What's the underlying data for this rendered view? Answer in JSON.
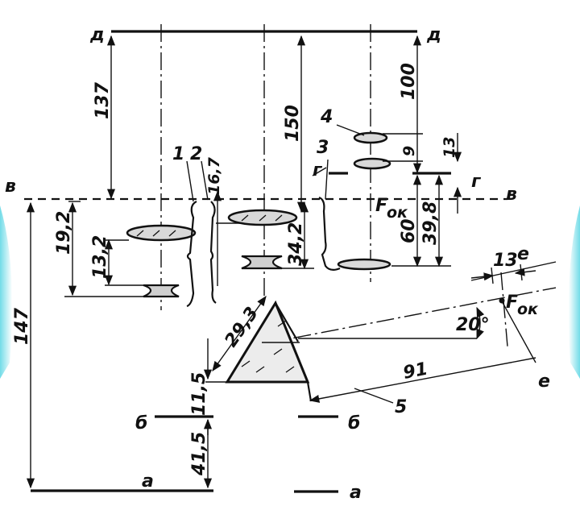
{
  "planes": {
    "a": "а",
    "b": "б",
    "v": "в",
    "g": "г",
    "d": "д",
    "e": "е"
  },
  "dimensions": {
    "d137": "137",
    "d150": "150",
    "d100": "100",
    "d9": "9",
    "d13_right": "13",
    "d16_7": "16,7",
    "d19_2": "19,2",
    "d13_2": "13,2",
    "d34_2": "34,2",
    "d39_8": "39,8",
    "d60": "60",
    "d147": "147",
    "d29_3": "29,3",
    "d11_5": "11,5",
    "d41_5": "41,5",
    "d91": "91",
    "d13_top": "13",
    "angle20": "20°"
  },
  "focus": {
    "label": "F",
    "sub": "ок"
  },
  "callouts": {
    "c1": "1",
    "c2": "2",
    "c3": "3",
    "c4": "4",
    "c5": "5"
  },
  "colors": {
    "line": "#111111",
    "lens_fill": "#d9d9d9",
    "side_glow": "#7fe3ee"
  }
}
